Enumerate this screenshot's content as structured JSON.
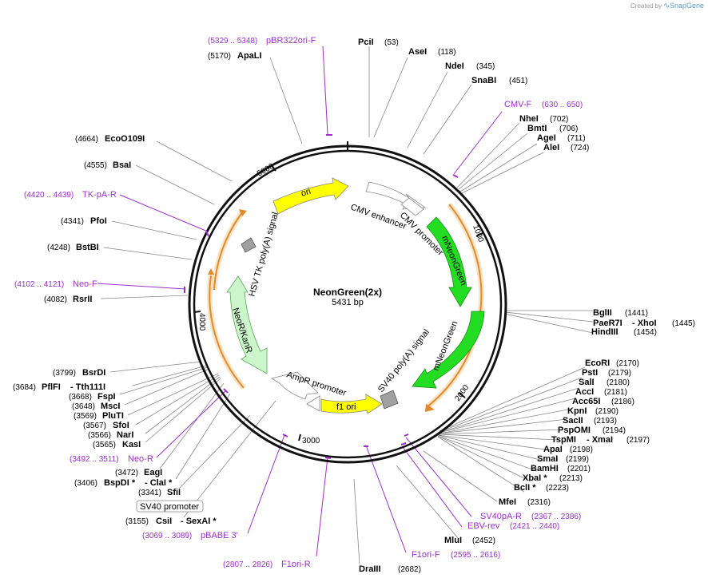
{
  "plasmid": {
    "name": "NeonGreen(2x)",
    "length": "5431 bp"
  },
  "credit": {
    "prefix": "Created by",
    "brand": "SnapGene"
  },
  "ticks": [
    "1000",
    "2000",
    "3000",
    "4000",
    "5000"
  ],
  "sites": [
    {
      "name": "PciI",
      "pos": "(53)"
    },
    {
      "name": "AseI",
      "pos": "(118)"
    },
    {
      "name": "NdeI",
      "pos": "(345)"
    },
    {
      "name": "SnaBI",
      "pos": "(451)"
    },
    {
      "name": "NheI",
      "pos": "(702)"
    },
    {
      "name": "BmtI",
      "pos": "(706)"
    },
    {
      "name": "AgeI",
      "pos": "(711)"
    },
    {
      "name": "AleI",
      "pos": "(724)"
    },
    {
      "name": "BglII",
      "pos": "(1441)"
    },
    {
      "name": "PaeR7I",
      "pos": ""
    },
    {
      "name": "- XhoI",
      "pos": "(1445)"
    },
    {
      "name": "HindIII",
      "pos": "(1454)"
    },
    {
      "name": "EcoRI",
      "pos": "(2170)"
    },
    {
      "name": "PstI",
      "pos": "(2179)"
    },
    {
      "name": "SalI",
      "pos": "(2180)"
    },
    {
      "name": "AccI",
      "pos": "(2181)"
    },
    {
      "name": "Acc65I",
      "pos": "(2186)"
    },
    {
      "name": "KpnI",
      "pos": "(2190)"
    },
    {
      "name": "SacII",
      "pos": "(2193)"
    },
    {
      "name": "PspOMI",
      "pos": "(2194)"
    },
    {
      "name": "TspMI",
      "pos": ""
    },
    {
      "name": "- XmaI",
      "pos": "(2197)"
    },
    {
      "name": "ApaI",
      "pos": "(2198)"
    },
    {
      "name": "SmaI",
      "pos": "(2199)"
    },
    {
      "name": "BamHI",
      "pos": "(2201)"
    },
    {
      "name": "XbaI *",
      "pos": "(2213)"
    },
    {
      "name": "BclI *",
      "pos": "(2223)"
    },
    {
      "name": "MfeI",
      "pos": "(2316)"
    },
    {
      "name": "MluI",
      "pos": "(2452)"
    },
    {
      "name": "DraIII",
      "pos": "(2682)"
    },
    {
      "name": "CsiI",
      "pos": "(3155)"
    },
    {
      "name": "- SexAI *",
      "pos": ""
    },
    {
      "name": "SfiI",
      "pos": "(3341)"
    },
    {
      "name": "BspDI *",
      "pos": "(3406)"
    },
    {
      "name": "- ClaI *",
      "pos": ""
    },
    {
      "name": "EagI",
      "pos": "(3472)"
    },
    {
      "name": "KasI",
      "pos": "(3565)"
    },
    {
      "name": "NarI",
      "pos": "(3566)"
    },
    {
      "name": "SfoI",
      "pos": "(3567)"
    },
    {
      "name": "PluTI",
      "pos": "(3569)"
    },
    {
      "name": "MscI",
      "pos": "(3648)"
    },
    {
      "name": "FspI",
      "pos": "(3668)"
    },
    {
      "name": "PflFI",
      "pos": "(3684)"
    },
    {
      "name": "- Tth111I",
      "pos": ""
    },
    {
      "name": "BsrDI",
      "pos": "(3799)"
    },
    {
      "name": "RsrII",
      "pos": "(4082)"
    },
    {
      "name": "BstBI",
      "pos": "(4248)"
    },
    {
      "name": "PfoI",
      "pos": "(4341)"
    },
    {
      "name": "BsaI",
      "pos": "(4555)"
    },
    {
      "name": "EcoO109I",
      "pos": "(4664)"
    },
    {
      "name": "ApaLI",
      "pos": "(5170)"
    }
  ],
  "primers": [
    {
      "name": "pBR322ori-F",
      "range": "(5329 .. 5348)"
    },
    {
      "name": "CMV-F",
      "range": "(630 .. 650)"
    },
    {
      "name": "TK-pA-R",
      "range": "(4420 .. 4439)"
    },
    {
      "name": "Neo-F",
      "range": "(4102 .. 4121)"
    },
    {
      "name": "Neo-R",
      "range": "(3492 .. 3511)"
    },
    {
      "name": "pBABE 3'",
      "range": "(3069 .. 3089)"
    },
    {
      "name": "F1ori-R",
      "range": "(2807 .. 2826)"
    },
    {
      "name": "F1ori-F",
      "range": "(2595 .. 2616)"
    },
    {
      "name": "EBV-rev",
      "range": "(2421 .. 2440)"
    },
    {
      "name": "SV40pA-R",
      "range": "(2367 .. 2386)"
    }
  ],
  "features": {
    "ori": "ori",
    "cmv_enhancer": "CMV enhancer",
    "cmv_promoter": "CMV promoter",
    "mneongreen_1": "mNeonGreen",
    "mneongreen_2": "mNeonGreen",
    "sv40_polya": "SV40 poly(A) signal",
    "f1_ori": "f1 ori",
    "ampr_promoter": "AmpR promoter",
    "neor_kanr": "NeoR/KanR",
    "hsv_tk_polya": "HSV TK poly(A) signal",
    "sv40_promoter_box": "SV40 promoter"
  },
  "colors": {
    "backbone": "#111111",
    "ori": "#ffff00",
    "mneongreen": "#22dd22",
    "neor": "#ccf5cc",
    "orf_arc": "#f0a050",
    "primer": "#9b30c8",
    "site_line": "#777777",
    "polya_box": "#a0a0a0"
  }
}
